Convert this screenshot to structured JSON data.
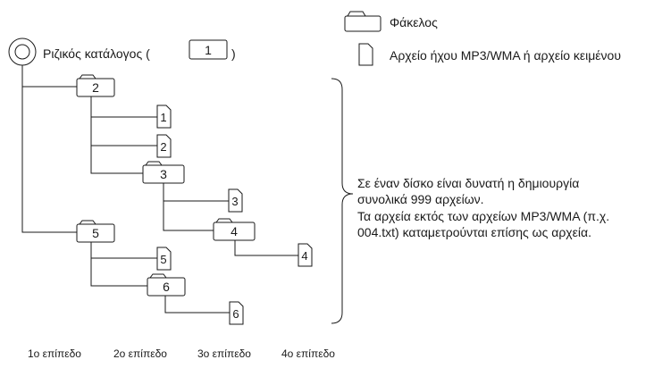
{
  "legend": {
    "folder_label": "Φάκελος",
    "file_label": "Αρχείο ήχου MP3/WMA ή αρχείο κειμένου"
  },
  "root": {
    "label_prefix": "Ριζικός κατάλογος (",
    "number": "1",
    "label_suffix": ")"
  },
  "tree": {
    "folders": [
      "2",
      "3",
      "4",
      "5",
      "6"
    ],
    "files": [
      "1",
      "2",
      "3",
      "4",
      "5",
      "6"
    ]
  },
  "note": {
    "lines": [
      "Σε έναν δίσκο είναι δυνατή η δημιουργία",
      "συνολικά 999 αρχείων.",
      "Τα αρχεία εκτός των αρχείων MP3/WMA (π.χ.",
      "004.txt) καταμετρούνται επίσης ως αρχεία."
    ]
  },
  "levels": [
    "1ο επίπεδο",
    "2ο επίπεδο",
    "3ο επίπεδο",
    "4ο επίπεδο"
  ]
}
